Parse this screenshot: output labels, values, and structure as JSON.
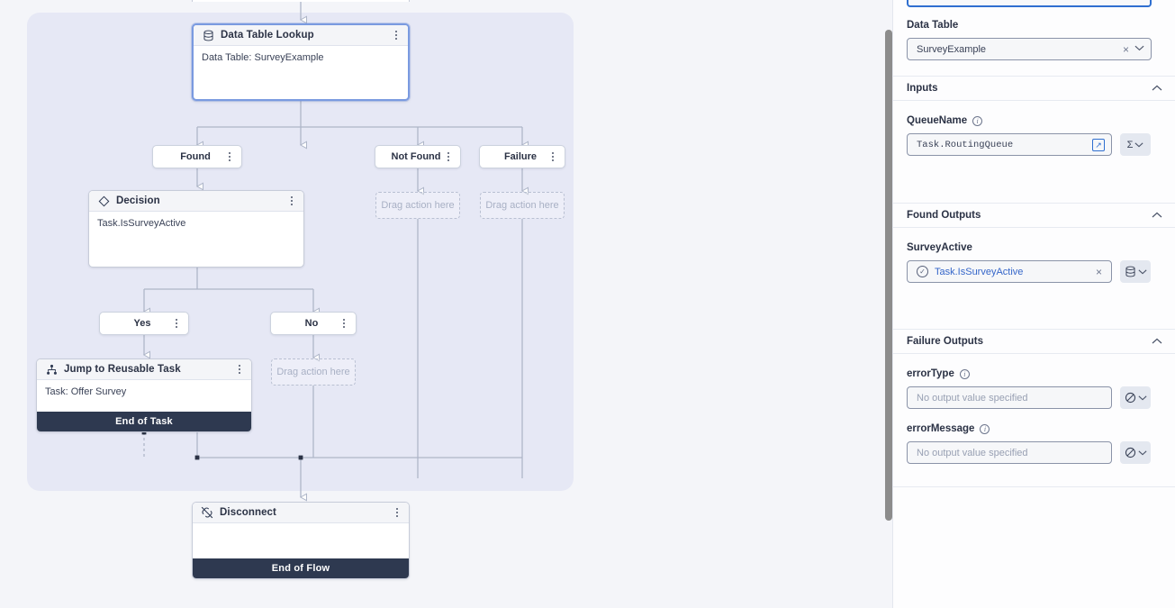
{
  "canvas": {
    "nodes": [
      {
        "id": "data-table-lookup",
        "title": "Data Table Lookup",
        "icon": "database-icon",
        "body": "Data Table: SurveyExample",
        "footer": null,
        "selected": true
      },
      {
        "id": "decision",
        "title": "Decision",
        "icon": "diamond-icon",
        "body": "Task.IsSurveyActive",
        "footer": null,
        "selected": false
      },
      {
        "id": "jump-to-reusable-task",
        "title": "Jump to Reusable Task",
        "icon": "hierarchy-icon",
        "body": "Task: Offer Survey",
        "footer": "End of Task",
        "selected": false
      },
      {
        "id": "disconnect",
        "title": "Disconnect",
        "icon": "disconnect-icon",
        "body": "",
        "footer": "End of Flow",
        "selected": false
      }
    ],
    "branches": [
      {
        "id": "found",
        "label": "Found"
      },
      {
        "id": "not-found",
        "label": "Not Found"
      },
      {
        "id": "failure",
        "label": "Failure"
      },
      {
        "id": "yes",
        "label": "Yes"
      },
      {
        "id": "no",
        "label": "No"
      }
    ],
    "dropzones": [
      {
        "id": "not-found-drop",
        "label": "Drag action here"
      },
      {
        "id": "failure-drop",
        "label": "Drag action here"
      },
      {
        "id": "no-drop",
        "label": "Drag action here"
      }
    ]
  },
  "panel": {
    "data_table": {
      "label": "Data Table",
      "value": "SurveyExample",
      "clear": "×",
      "caret": "⌄"
    },
    "inputs": {
      "title": "Inputs",
      "collapse": "⌃",
      "fields": [
        {
          "label": "QueueName",
          "value": "Task.RoutingQueue",
          "adorn": "sigma",
          "adorn_glyph": "Σ"
        }
      ]
    },
    "found_outputs": {
      "title": "Found Outputs",
      "collapse": "⌃",
      "fields": [
        {
          "label": "SurveyActive",
          "value": "Task.IsSurveyActive",
          "clear": "×",
          "adorn": "database",
          "adorn_glyph": "⌸"
        }
      ]
    },
    "failure_outputs": {
      "title": "Failure Outputs",
      "collapse": "⌃",
      "fields": [
        {
          "label": "errorType",
          "placeholder": "No output value specified",
          "adorn": "no-value",
          "adorn_glyph": "⊘"
        },
        {
          "label": "errorMessage",
          "placeholder": "No output value specified",
          "adorn": "no-value",
          "adorn_glyph": "⊘"
        }
      ]
    }
  },
  "colors": {
    "canvas_bg": "#f4f5f9",
    "flow_bg": "#e6e8f5",
    "node_header": "#f4f5f8",
    "footer_dark": "#2e3950",
    "selected_border": "#7a9ae0",
    "link_blue": "#3566c9",
    "wire": "#aeb6c8"
  }
}
